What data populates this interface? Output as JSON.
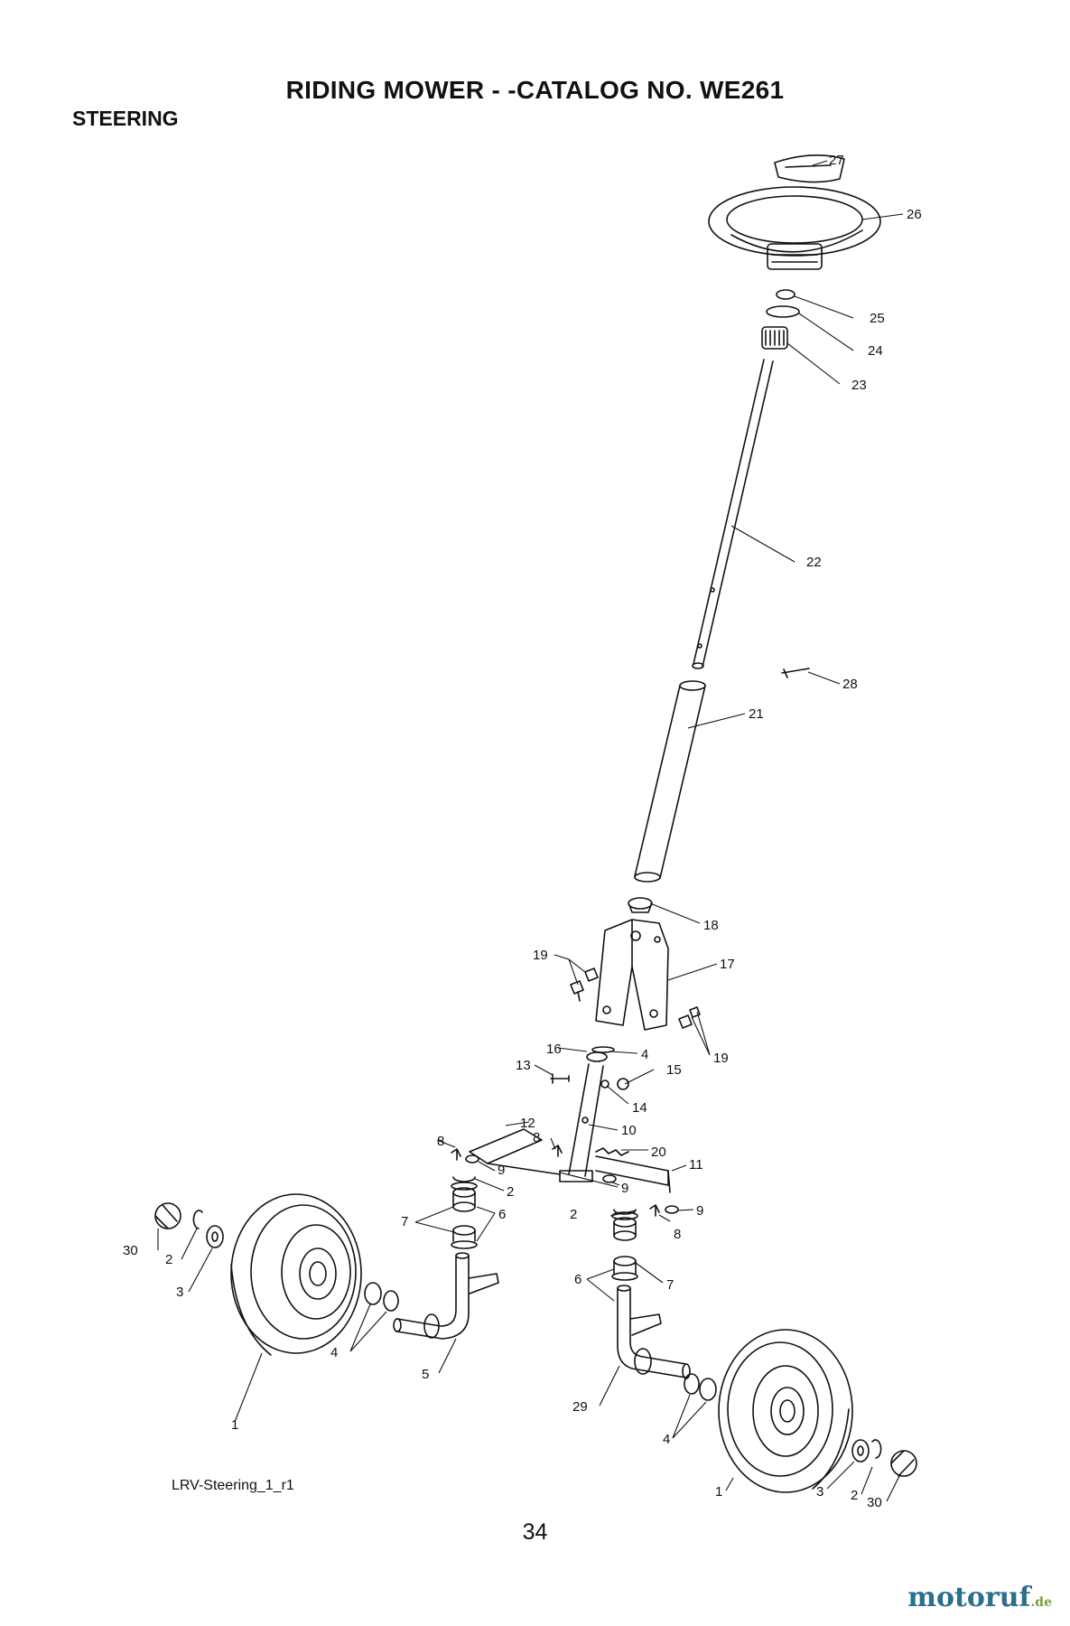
{
  "header": {
    "title": "RIDING MOWER - -CATALOG NO.   WE261",
    "section": "STEERING"
  },
  "labels": {
    "l1a": "1",
    "l1b": "1",
    "l2a": "2",
    "l2b": "2",
    "l2c": "2",
    "l2d": "2",
    "l3a": "3",
    "l3b": "3",
    "l4a": "4",
    "l4b": "4",
    "l4c": "4",
    "l5": "5",
    "l6a": "6",
    "l6b": "6",
    "l7a": "7",
    "l7b": "7",
    "l8a": "8",
    "l8b": "8",
    "l8c": "8",
    "l9a": "9",
    "l9b": "9",
    "l9c": "9",
    "l10": "10",
    "l11": "11",
    "l12": "12",
    "l13": "13",
    "l14": "14",
    "l15": "15",
    "l16": "16",
    "l17": "17",
    "l18": "18",
    "l19a": "19",
    "l19b": "19",
    "l20": "20",
    "l21": "21",
    "l22": "22",
    "l23": "23",
    "l24": "24",
    "l25": "25",
    "l26": "26",
    "l27": "27",
    "l28": "28",
    "l29": "29",
    "l30a": "30",
    "l30b": "30"
  },
  "footer": {
    "ref": "LRV-Steering_1_r1",
    "page": "34",
    "watermark_main": "motoruf",
    "watermark_tld": ".de"
  }
}
